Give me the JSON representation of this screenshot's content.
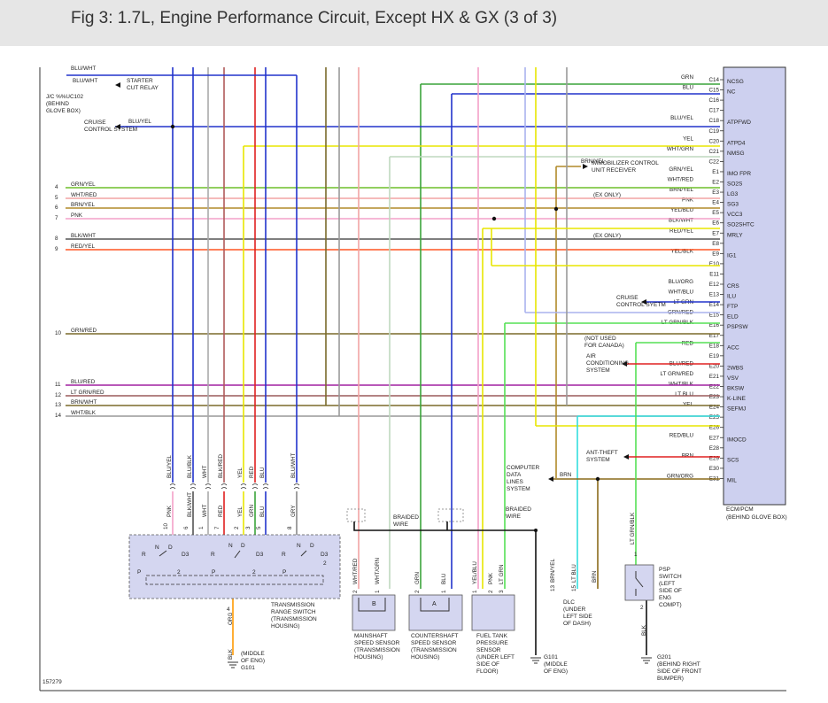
{
  "header": {
    "title": "Fig 3: 1.7L, Engine Performance Circuit, Except HX & GX (3 of 3)"
  },
  "colors": {
    "header_bg": "#e6e6e6",
    "ecm_fill": "#cdd0ef",
    "switch_fill": "#d4d6f0",
    "frame": "#333333"
  },
  "labels": {
    "top_left_wire": "BLU/WHT",
    "top_left_wire2": "BLU/WHT",
    "jc_label": [
      "J/C %%UC102",
      "(BEHIND",
      "GLOVE BOX)"
    ],
    "starter_cut_relay": [
      "STARTER",
      "CUT RELAY"
    ],
    "cruise_control": [
      "CRUISE",
      "CONTROL SYSTEM"
    ],
    "cruise_wire": "BLU/YEL",
    "immobilizer": [
      "IMMOBILIZER CONTROL",
      "UNIT RECEIVER"
    ],
    "immo_wire": "BRN/YEL",
    "ex_only_1": "(EX ONLY)",
    "ex_only_2": "(EX ONLY)",
    "cruise_syetm": [
      "CRUISE",
      "CONTROL SYETM"
    ],
    "not_used": [
      "(NOT USED",
      "FOR CANADA)"
    ],
    "ac_system": [
      "AIR",
      "CONDITIONING",
      "SYSTEM"
    ],
    "antitheft": [
      "ANT-THEFT",
      "SYSTEM"
    ],
    "computer_data": [
      "COMPUTER",
      "DATA",
      "LINES",
      "SYSTEM"
    ],
    "computer_data_wire": "BRN",
    "ecm_label": [
      "ECM/PCM",
      "(BEHIND GLOVE BOX)"
    ],
    "trs": [
      "TRANSMISSION",
      "RANGE SWITCH",
      "(TRANSMISSION",
      "HOUSING)"
    ],
    "mainshaft": [
      "MAINSHAFT",
      "SPEED SENSOR",
      "(TRANSMISSION",
      "HOUSING)"
    ],
    "countershaft": [
      "COUNTERSHAFT",
      "SPEED SENSOR",
      "(TRANSMISSION",
      "HOUSING)"
    ],
    "fuel_tank": [
      "FUEL TANK",
      "PRESSURE",
      "SENSOR",
      "(UNDER LEFT",
      "SIDE OF",
      "FLOOR)"
    ],
    "g101_mid": [
      "G101",
      "(MIDDLE",
      "OF ENG)"
    ],
    "g101_left": [
      "(MIDDLE",
      "OF ENG)",
      "G101"
    ],
    "dlc": [
      "DLC",
      "(UNDER",
      "LEFT SIDE",
      "OF DASH)"
    ],
    "psp": [
      "PSP",
      "SWITCH",
      "(LEFT",
      "SIDE OF",
      "ENG",
      "COMPT)"
    ],
    "g201": [
      "G201",
      "(BEHIND RIGHT",
      "SIDE OF FRONT",
      "BUMPER)"
    ],
    "braided1": [
      "BRAIDED",
      "WIRE"
    ],
    "braided2": [
      "BRAIDED",
      "WIRE"
    ],
    "fig_number": "157279",
    "trs_bottom_wire": "ORG",
    "trs_bottom_pin": "4",
    "g101_wire": "BLK",
    "g201_wire": "BLK",
    "psp_pin_top": "1",
    "psp_pin_bot": "2",
    "psp_wire_top": "LT GRN/BLK",
    "sensor_letter_b": "B",
    "sensor_letter_a": "A"
  },
  "ecm_pins": [
    {
      "pin": "C14",
      "wire": "GRN",
      "name": "NCSG"
    },
    {
      "pin": "C15",
      "wire": "BLU",
      "name": "NC"
    },
    {
      "pin": "C16",
      "wire": "",
      "name": ""
    },
    {
      "pin": "C17",
      "wire": "",
      "name": ""
    },
    {
      "pin": "C18",
      "wire": "BLU/YEL",
      "name": "ATPFWD"
    },
    {
      "pin": "C19",
      "wire": "",
      "name": ""
    },
    {
      "pin": "C20",
      "wire": "YEL",
      "name": "ATPD4"
    },
    {
      "pin": "C21",
      "wire": "WHT/GRN",
      "name": "NMSG"
    },
    {
      "pin": "C22",
      "wire": "",
      "name": ""
    },
    {
      "pin": "E1",
      "wire": "GRN/YEL",
      "name": "IMO FPR"
    },
    {
      "pin": "E2",
      "wire": "WHT/RED",
      "name": "SO2S"
    },
    {
      "pin": "E3",
      "wire": "BRN/YEL",
      "name": "LG3"
    },
    {
      "pin": "E4",
      "wire": "PNK",
      "name": "SG3"
    },
    {
      "pin": "E5",
      "wire": "YEL/BLU",
      "name": "VCC3"
    },
    {
      "pin": "E6",
      "wire": "BLK/WHT",
      "name": "SO2SHTC"
    },
    {
      "pin": "E7",
      "wire": "RED/YEL",
      "name": "MRLY"
    },
    {
      "pin": "E8",
      "wire": "",
      "name": ""
    },
    {
      "pin": "E9",
      "wire": "YEL/BLK",
      "name": "IG1"
    },
    {
      "pin": "E10",
      "wire": "",
      "name": ""
    },
    {
      "pin": "E11",
      "wire": "",
      "name": ""
    },
    {
      "pin": "E12",
      "wire": "BLU/ORG",
      "name": "CRS"
    },
    {
      "pin": "E13",
      "wire": "WHT/BLU",
      "name": "ILU"
    },
    {
      "pin": "E14",
      "wire": "LT GRN",
      "name": "FTP"
    },
    {
      "pin": "E15",
      "wire": "GRN/RED",
      "name": "ELD"
    },
    {
      "pin": "E16",
      "wire": "LT GRN/BLK",
      "name": "PSPSW"
    },
    {
      "pin": "E17",
      "wire": "",
      "name": ""
    },
    {
      "pin": "E18",
      "wire": "RED",
      "name": "ACC"
    },
    {
      "pin": "E19",
      "wire": "",
      "name": ""
    },
    {
      "pin": "E20",
      "wire": "BLU/RED",
      "name": "2WBS"
    },
    {
      "pin": "E21",
      "wire": "LT GRN/RED",
      "name": "VSV"
    },
    {
      "pin": "E22",
      "wire": "WHT/BLK",
      "name": "BKSW"
    },
    {
      "pin": "E23",
      "wire": "LT BLU",
      "name": "K-LINE"
    },
    {
      "pin": "E24",
      "wire": "YEL",
      "name": "SEFMJ"
    },
    {
      "pin": "E25",
      "wire": "",
      "name": ""
    },
    {
      "pin": "E26",
      "wire": "",
      "name": ""
    },
    {
      "pin": "E27",
      "wire": "RED/BLU",
      "name": "IMOCD"
    },
    {
      "pin": "E28",
      "wire": "",
      "name": ""
    },
    {
      "pin": "E29",
      "wire": "BRN",
      "name": "SCS"
    },
    {
      "pin": "E30",
      "wire": "",
      "name": ""
    },
    {
      "pin": "E31",
      "wire": "GRN/ORG",
      "name": "MIL"
    }
  ],
  "left_wires": [
    {
      "num": "4",
      "wire": "GRN/YEL"
    },
    {
      "num": "5",
      "wire": "WHT/RED"
    },
    {
      "num": "6",
      "wire": "BRN/YEL"
    },
    {
      "num": "7",
      "wire": "PNK"
    },
    {
      "num": "8",
      "wire": "BLK/WHT"
    },
    {
      "num": "9",
      "wire": "RED/YEL"
    },
    {
      "num": "10",
      "wire": "GRN/RED"
    },
    {
      "num": "11",
      "wire": "BLU/RED"
    },
    {
      "num": "12",
      "wire": "LT GRN/RED"
    },
    {
      "num": "13",
      "wire": "BRN/WHT"
    },
    {
      "num": "14",
      "wire": "WHT/BLK"
    }
  ],
  "trs_upper_wires": [
    "BLU/YEL",
    "BLU/BLK",
    "WHT",
    "BLK/RED",
    "YEL",
    "RED",
    "BLU",
    "BLU/WHT"
  ],
  "trs_lower_wires": [
    {
      "pin": "10",
      "wire": "PNK"
    },
    {
      "pin": "6",
      "wire": "BLK/WHT"
    },
    {
      "pin": "1",
      "wire": "WHT"
    },
    {
      "pin": "7",
      "wire": "RED"
    },
    {
      "pin": "2",
      "wire": "YEL"
    },
    {
      "pin": "3",
      "wire": "GRN"
    },
    {
      "pin": "5",
      "wire": "BLU"
    },
    {
      "pin": "8",
      "wire": "GRY"
    }
  ],
  "trs_positions": [
    "R",
    "N",
    "D",
    "D3",
    "R",
    "N",
    "D",
    "D3",
    "R",
    "N",
    "D",
    "D3",
    "P",
    "2",
    "P",
    "2",
    "P",
    "2"
  ],
  "sensor_wires": [
    {
      "pin": "2",
      "wire": "WHT/RED"
    },
    {
      "pin": "1",
      "wire": "WHT/GRN"
    },
    {
      "pin": "2",
      "wire": "GRN"
    },
    {
      "pin": "1",
      "wire": "BLU"
    },
    {
      "pin": "1",
      "wire": "YEL/BLU"
    },
    {
      "pin": "2",
      "wire": "PNK"
    },
    {
      "pin": "3",
      "wire": "LT GRN"
    }
  ],
  "g101_wire_label": "BRN/YEL",
  "dlc_wires": [
    {
      "pin": "13",
      "wire": "BRN/YEL"
    },
    {
      "pin": "15",
      "wire": "LT BLU"
    },
    {
      "pin": "",
      "wire": "BRN"
    }
  ]
}
